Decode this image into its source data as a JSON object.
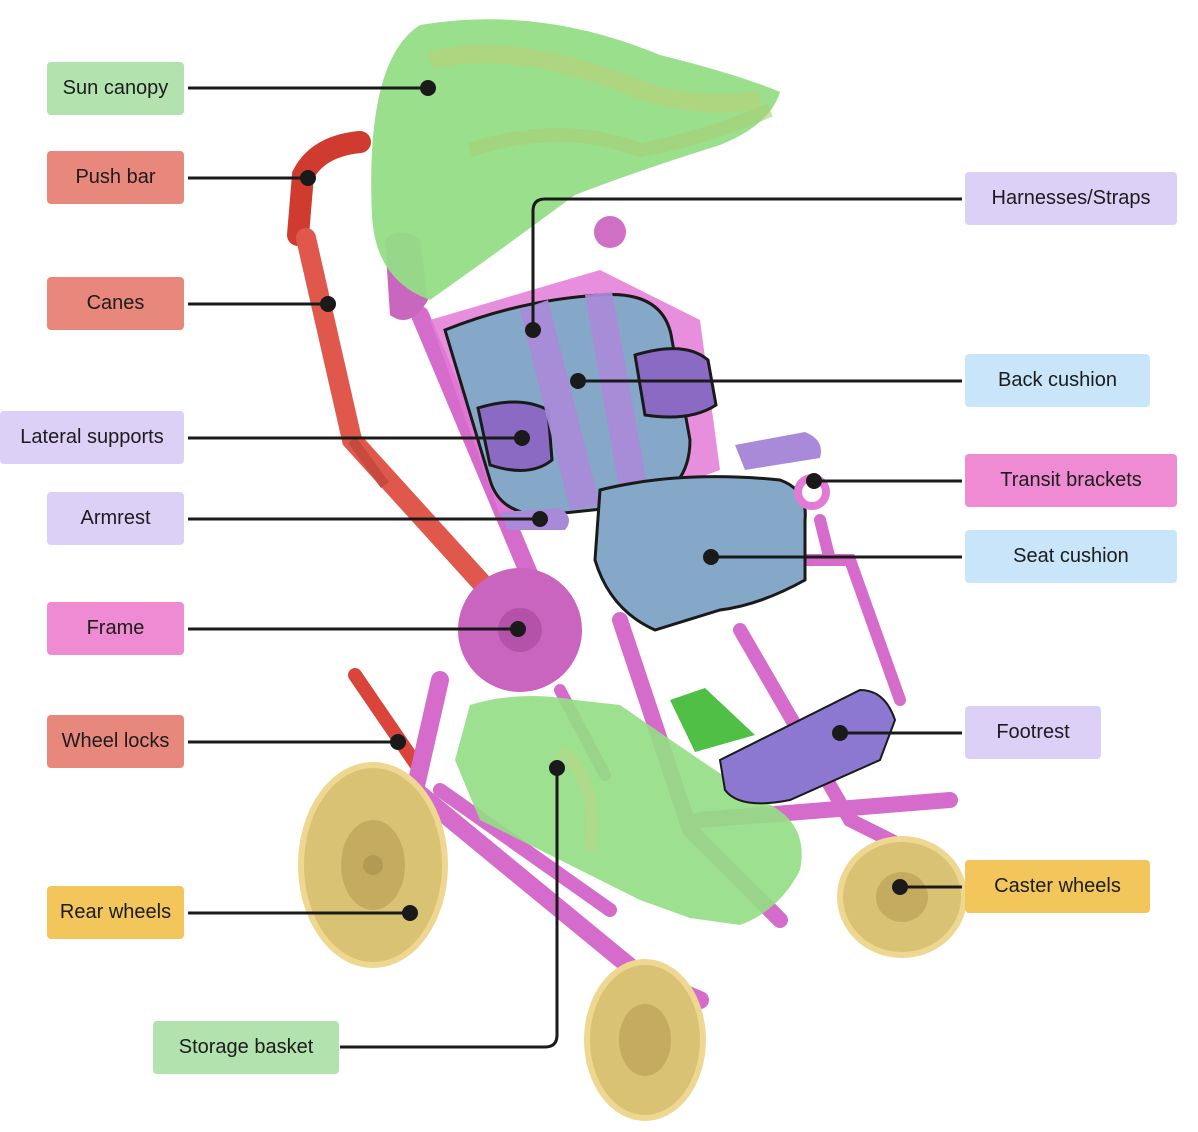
{
  "colors": {
    "green": "#b2e2ad",
    "red": "#e8887c",
    "purple": "#ddd0f7",
    "blue": "#c8e5f9",
    "pink": "#ef8bd2",
    "yellow": "#f2c65a",
    "line": "#1a1a1a",
    "canopy": "#95dd86",
    "frame": "#d56ccb",
    "cushion": "#86a8c8",
    "strap": "#a98ad8",
    "wheel": "#d9c274",
    "bar": "#cf3b2f"
  },
  "labels": {
    "sun_canopy": "Sun canopy",
    "push_bar": "Push bar",
    "canes": "Canes",
    "lateral_supports": "Lateral supports",
    "armrest": "Armrest",
    "frame": "Frame",
    "wheel_locks": "Wheel locks",
    "rear_wheels": "Rear wheels",
    "storage_basket": "Storage basket",
    "harnesses_straps": "Harnesses/Straps",
    "back_cushion": "Back cushion",
    "transit_brackets": "Transit brackets",
    "seat_cushion": "Seat cushion",
    "footrest": "Footrest",
    "caster_wheels": "Caster wheels"
  }
}
